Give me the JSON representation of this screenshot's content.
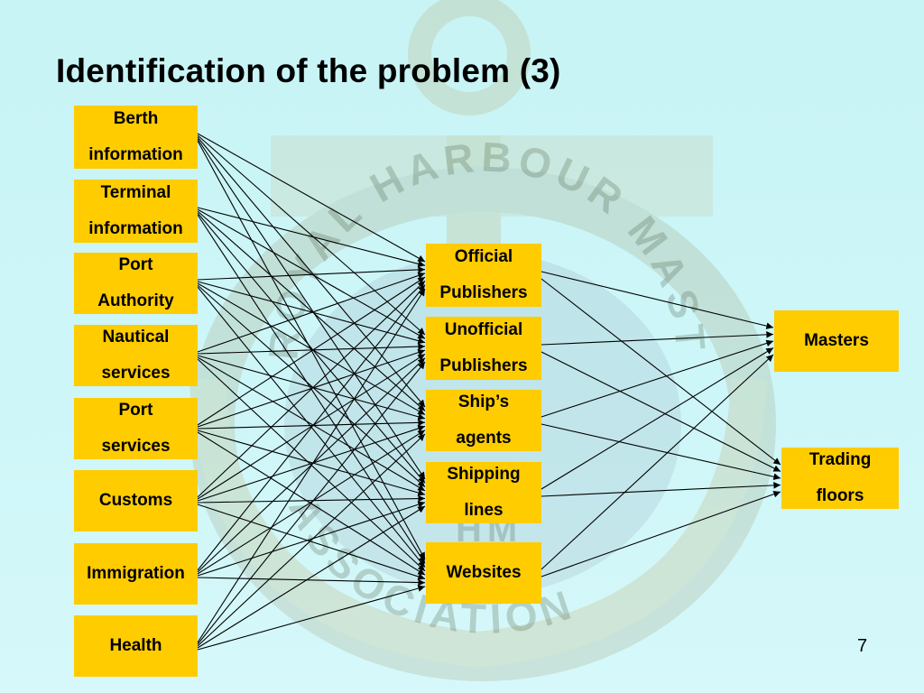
{
  "slide": {
    "title": "Identification of the problem (3)",
    "page_number": "7"
  },
  "watermark": {
    "top_arc_text": "ROYAL HARBOUR MASTERS",
    "bottom_arc_text": "ASSOCIATION",
    "centre_text": "HM"
  },
  "sources": [
    {
      "id": "berth",
      "lines": [
        "Berth",
        "information"
      ]
    },
    {
      "id": "terminal",
      "lines": [
        "Terminal",
        "information"
      ]
    },
    {
      "id": "port-authority",
      "lines": [
        "Port",
        "Authority"
      ]
    },
    {
      "id": "nautical",
      "lines": [
        "Nautical",
        "services"
      ]
    },
    {
      "id": "port-services",
      "lines": [
        "Port",
        "services"
      ]
    },
    {
      "id": "customs",
      "lines": [
        "Customs"
      ]
    },
    {
      "id": "immigration",
      "lines": [
        "Immigration"
      ]
    },
    {
      "id": "health",
      "lines": [
        "Health"
      ]
    }
  ],
  "intermediaries": [
    {
      "id": "official",
      "lines": [
        "Official",
        "Publishers"
      ]
    },
    {
      "id": "unofficial",
      "lines": [
        "Unofficial",
        "Publishers"
      ]
    },
    {
      "id": "ships-agents",
      "lines": [
        "Ship’s",
        "agents"
      ]
    },
    {
      "id": "shipping-lines",
      "lines": [
        "Shipping",
        "lines"
      ]
    },
    {
      "id": "websites",
      "lines": [
        "Websites"
      ]
    }
  ],
  "recipients": [
    {
      "id": "masters",
      "lines": [
        "Masters"
      ]
    },
    {
      "id": "trading-floors",
      "lines": [
        "Trading",
        "floors"
      ]
    }
  ],
  "colors": {
    "box_fill": "#ffcc00",
    "arrow": "#000000",
    "background": "#ccf5f7"
  },
  "links": {
    "sources_to_intermediaries": "all-to-all",
    "intermediaries_to_recipients": "all-to-all"
  }
}
